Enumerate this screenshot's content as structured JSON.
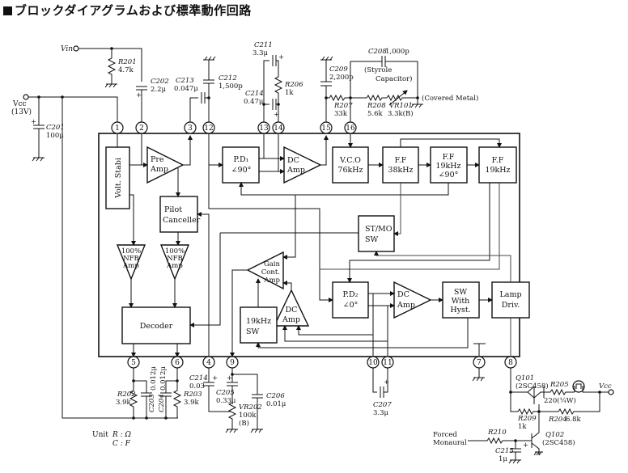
{
  "title": "ブロックダイアグラムおよび標準動作回路",
  "ic_blocks": {
    "volt_stabi": "Volt. Stabi",
    "pre_amp": [
      "Pre",
      "Amp"
    ],
    "pilot_canceller": [
      "Pilot",
      "Canceller"
    ],
    "nfb_amp_l": [
      "100%",
      "NFB",
      "Amp"
    ],
    "nfb_amp_r": [
      "100%",
      "NFB",
      "Amp"
    ],
    "decoder": "Decoder",
    "pd1": [
      "P.D₁",
      "∠90°"
    ],
    "dc_amp_1": [
      "DC",
      "Amp"
    ],
    "vco": [
      "V.C.O",
      "76kHz"
    ],
    "ff_38k": [
      "F.F",
      "38kHz"
    ],
    "ff_19k_90": [
      "F.F",
      "19kHz",
      "∠90°"
    ],
    "ff_19k": [
      "F.F",
      "19kHz"
    ],
    "st_mo_sw": [
      "ST/MO",
      "SW"
    ],
    "gain_cont_amp": [
      "Gain",
      "Cont.",
      "Amp"
    ],
    "dc_amp_2": [
      "DC",
      "Amp"
    ],
    "sw_19k": [
      "19kHz",
      "SW"
    ],
    "pd2": [
      "P.D₂",
      "∠0°"
    ],
    "dc_amp_3": [
      "DC",
      "Amp"
    ],
    "sw_hyst": [
      "SW",
      "With",
      "Hyst."
    ],
    "lamp_driv": [
      "Lamp",
      "Driv."
    ]
  },
  "pins": {
    "top": [
      "1",
      "2",
      "3",
      "12",
      "13",
      "14",
      "15",
      "16"
    ],
    "bottom": [
      "5",
      "6",
      "4",
      "9",
      "10",
      "11",
      "7",
      "8"
    ]
  },
  "terminals": {
    "vin": "Vin",
    "vcc_left": [
      "Vcc",
      "(13V)"
    ],
    "vcc_right": "Vcc",
    "forced_mono": [
      "Forced",
      "Monaural"
    ]
  },
  "components": {
    "r201": {
      "ref": "R201",
      "value": "4.7k"
    },
    "c202": {
      "ref": "C202",
      "value": "2.2μ"
    },
    "c201": {
      "ref": "C201",
      "value": "100μ"
    },
    "c213": {
      "ref": "C213",
      "value": "0.047μ"
    },
    "c212": {
      "ref": "C212",
      "value": "1,500p"
    },
    "c211": {
      "ref": "C211",
      "value": "3.3μ"
    },
    "r206": {
      "ref": "R206",
      "value": "1k"
    },
    "c214": {
      "ref": "C214",
      "value": "0.47μ"
    },
    "c209": {
      "ref": "C209",
      "value": "2,200p"
    },
    "c208": {
      "ref": "C208",
      "value": "1,000p",
      "note": [
        "(Styrole",
        "Capacitor)"
      ]
    },
    "r207": {
      "ref": "R207",
      "value": "33k"
    },
    "r208": {
      "ref": "R208",
      "value": "5.6k"
    },
    "vr101": {
      "ref": "VR101",
      "value": "3.3k(B)",
      "note": "(Covered Metal)"
    },
    "r202": {
      "ref": "R202",
      "value": "3.9k"
    },
    "c203": {
      "ref": "C203",
      "value": "0.012μ"
    },
    "c204": {
      "ref": "C204",
      "value": "0.012μ"
    },
    "r203": {
      "ref": "R203",
      "value": "3.9k"
    },
    "c214b": {
      "ref": "C214",
      "value": "0.03"
    },
    "c205": {
      "ref": "C205",
      "value": "0.33μ"
    },
    "vr202": {
      "ref": "VR202",
      "value": "100k",
      "note": "(B)"
    },
    "c206": {
      "ref": "C206",
      "value": "0.01μ"
    },
    "c207": {
      "ref": "C207",
      "value": "3.3μ"
    },
    "q101": {
      "ref": "Q101",
      "value": "(2SC458)"
    },
    "r205": {
      "ref": "R205",
      "value": "220(¼W)"
    },
    "r209": {
      "ref": "R209",
      "value": "1k"
    },
    "r204": {
      "ref": "R204",
      "value": "6.8k"
    },
    "r210": {
      "ref": "R210",
      "value": ""
    },
    "c215": {
      "ref": "C215",
      "value": "1μ"
    },
    "q102": {
      "ref": "Q102",
      "value": "(2SC458)"
    }
  },
  "units": {
    "label": "Unit",
    "r": "R : Ω",
    "c": "C : F"
  }
}
